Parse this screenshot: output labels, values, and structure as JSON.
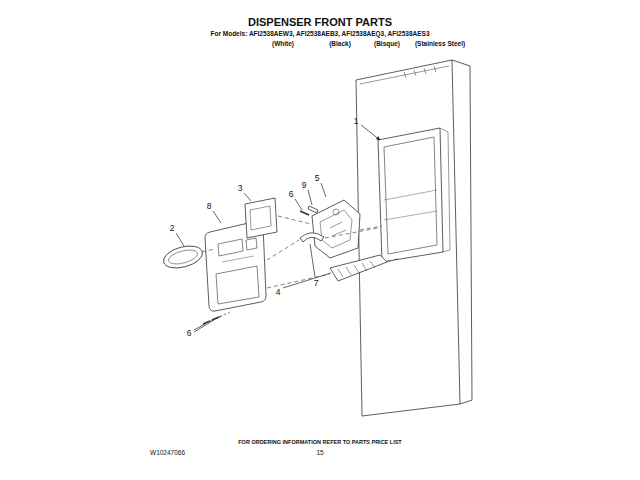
{
  "diagram": {
    "title": "DISPENSER FRONT PARTS",
    "labels": [
      "For Models: AFI2538AEW3, AFI2538AEB3, AFI2538AEQ3, AFI2538AES3",
      "(White)",
      "(Black)",
      "(Bisque)",
      "(Stainless Steel)",
      "1",
      "2",
      "3",
      "4",
      "5",
      "6",
      "9",
      "8",
      "7",
      "6",
      "FOR ORDERING INFORMATION REFER TO PARTS PRICE LIST",
      "W10247066",
      "15"
    ]
  }
}
